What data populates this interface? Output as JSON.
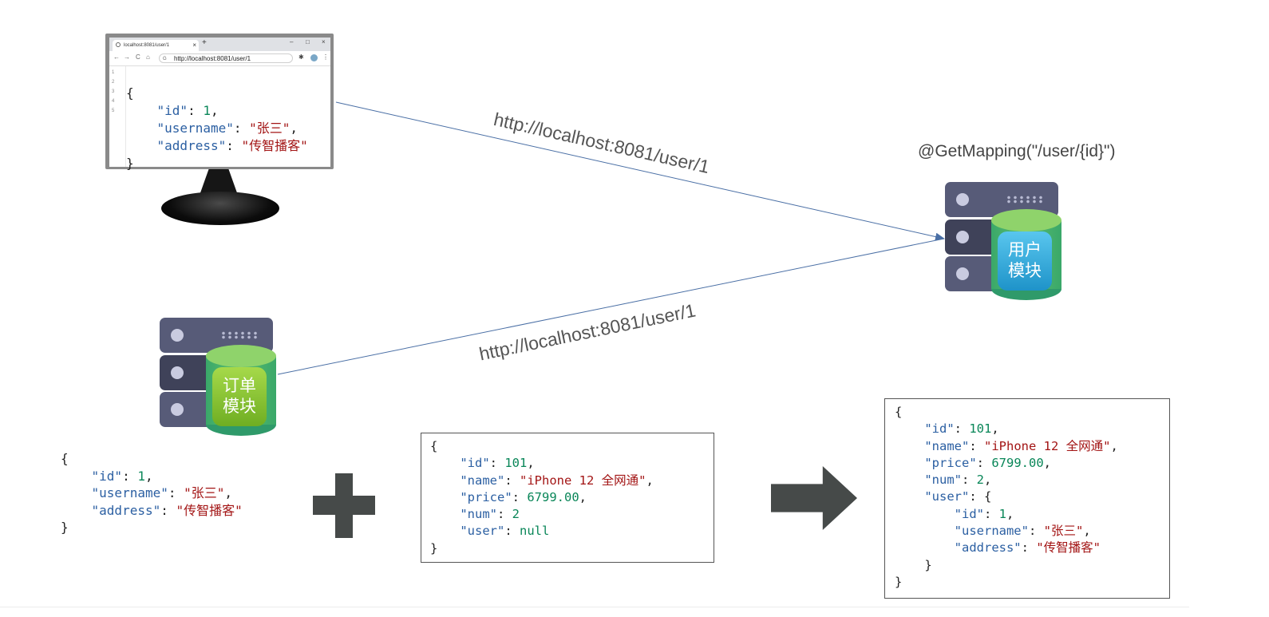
{
  "browser": {
    "tab_title": "localhost:8081/user/1",
    "tab_close": "×",
    "new_tab": "+",
    "window_controls": [
      "–",
      "□",
      "×"
    ],
    "nav_icons": [
      "←",
      "→",
      "C",
      "⌂"
    ],
    "search_engine_glyph": "G",
    "address": "http://localhost:8081/user/1",
    "menu_glyph": "⋮",
    "line_numbers": [
      "1",
      "2",
      "3",
      "4",
      "5"
    ],
    "json": {
      "open": "{",
      "lines": [
        {
          "key": "\"id\"",
          "value": "1",
          "value_kind": "number",
          "trail": ","
        },
        {
          "key": "\"username\"",
          "value": "\"张三\"",
          "value_kind": "string",
          "trail": ","
        },
        {
          "key": "\"address\"",
          "value": "\"传智播客\"",
          "value_kind": "string",
          "trail": ""
        }
      ],
      "close": "}"
    }
  },
  "requests": {
    "browser_request": "http://localhost:8081/user/1",
    "order_request": "http://localhost:8081/user/1"
  },
  "user_service": {
    "mapping": "@GetMapping(\"/user/{id}\")",
    "label_line1": "用户",
    "label_line2": "模块",
    "badge_color": "#2fa9d8",
    "cylinder_color": "#5cbd6e"
  },
  "order_service": {
    "label_line1": "订单",
    "label_line2": "模块",
    "badge_color": "#8cc63f",
    "cylinder_color": "#5cbd6e"
  },
  "user_json": {
    "open": "{",
    "lines": [
      {
        "key": "\"id\"",
        "value": "1",
        "value_kind": "number",
        "trail": ","
      },
      {
        "key": "\"username\"",
        "value": "\"张三\"",
        "value_kind": "string",
        "trail": ","
      },
      {
        "key": "\"address\"",
        "value": "\"传智播客\"",
        "value_kind": "string",
        "trail": ""
      }
    ],
    "close": "}"
  },
  "order_json": {
    "open": "{",
    "lines": [
      {
        "key": "\"id\"",
        "value": "101",
        "value_kind": "number",
        "trail": ","
      },
      {
        "key": "\"name\"",
        "value": "\"iPhone 12 全网通\"",
        "value_kind": "string",
        "trail": ","
      },
      {
        "key": "\"price\"",
        "value": "6799.00",
        "value_kind": "number",
        "trail": ","
      },
      {
        "key": "\"num\"",
        "value": "2",
        "value_kind": "number",
        "trail": ""
      },
      {
        "key": "\"user\"",
        "value": "null",
        "value_kind": "number",
        "trail": ""
      }
    ],
    "close": "}"
  },
  "result_json": {
    "open": "{",
    "lines": [
      {
        "key": "\"id\"",
        "value": "101",
        "value_kind": "number",
        "trail": ","
      },
      {
        "key": "\"name\"",
        "value": "\"iPhone 12 全网通\"",
        "value_kind": "string",
        "trail": ","
      },
      {
        "key": "\"price\"",
        "value": "6799.00",
        "value_kind": "number",
        "trail": ","
      },
      {
        "key": "\"num\"",
        "value": "2",
        "value_kind": "number",
        "trail": ","
      }
    ],
    "user_key": "\"user\"",
    "user_open": "{",
    "user_lines": [
      {
        "key": "\"id\"",
        "value": "1",
        "value_kind": "number",
        "trail": ","
      },
      {
        "key": "\"username\"",
        "value": "\"张三\"",
        "value_kind": "string",
        "trail": ","
      },
      {
        "key": "\"address\"",
        "value": "\"传智播客\"",
        "value_kind": "string",
        "trail": ""
      }
    ],
    "user_close": "}",
    "close": "}"
  },
  "colors": {
    "json_key": "#2b5fa2",
    "json_string": "#a31515",
    "json_number": "#098658",
    "connector": "#4a6fa5",
    "operator_fill": "#464a49"
  }
}
